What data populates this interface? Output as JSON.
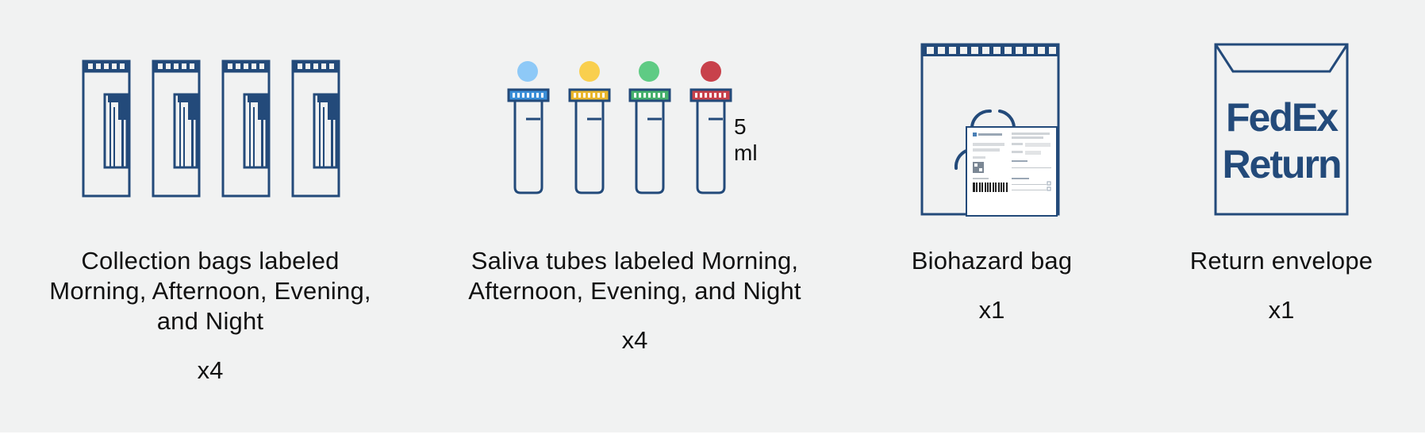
{
  "items": [
    {
      "name": "collection-bags",
      "caption_lines": [
        "Collection bags labeled",
        "Morning, Afternoon, Evening,",
        "and Night"
      ],
      "quantity": "x4"
    },
    {
      "name": "saliva-tubes",
      "caption_lines": [
        "Saliva tubes labeled Morning,",
        "Afternoon, Evening, and Night"
      ],
      "quantity": "x4",
      "volume_value": "5",
      "volume_unit": "ml"
    },
    {
      "name": "biohazard-bag",
      "caption_lines": [
        "Biohazard bag"
      ],
      "quantity": "x1"
    },
    {
      "name": "return-envelope",
      "caption_lines": [
        "Return envelope"
      ],
      "quantity": "x1",
      "envelope_text_line1": "FedEx",
      "envelope_text_line2": "Return"
    }
  ],
  "colors": {
    "outline": "#234a7a",
    "background": "#f1f2f2",
    "cap_blue": "#8ec9f7",
    "cap_yellow": "#f9cf4e",
    "cap_green": "#5fcb84",
    "cap_red": "#c8414b",
    "strip_blue": "#3b8fd8",
    "strip_yellow": "#e9b62c",
    "strip_green": "#45b06c",
    "strip_red": "#c8414b"
  }
}
